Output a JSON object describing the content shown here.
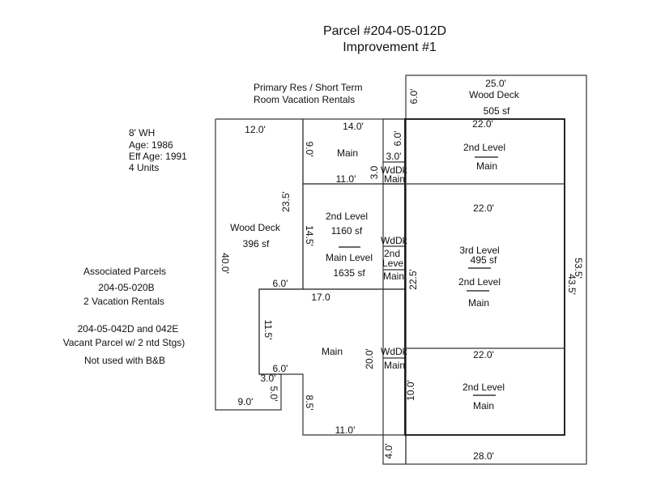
{
  "header": {
    "parcel_title": "Parcel #204-05-012D",
    "improvement_title": "Improvement #1"
  },
  "notes": {
    "use_line1": "Primary Res / Short Term",
    "use_line2": "Room Vacation Rentals",
    "info": [
      "8' WH",
      "Age: 1986",
      "Eff Age: 1991",
      "4 Units"
    ],
    "associated": {
      "heading": "Associated Parcels",
      "parcel1": "204-05-020B",
      "parcel1_desc": "2 Vacation Rentals",
      "parcel2": "204-05-042D and 042E",
      "parcel2_desc": "Vacant Parcel w/ 2 ntd Stgs)",
      "note": "Not used with B&B"
    }
  },
  "sketch": {
    "areas": {
      "wood_deck_top": {
        "label": "Wood Deck",
        "area": "505 sf"
      },
      "wood_deck_left": {
        "label": "Wood Deck",
        "area": "396 sf"
      },
      "main_upper_left": {
        "label": "Main"
      },
      "center_block": {
        "upper_label": "2nd Level",
        "upper_area": "1160 sf",
        "lower_label": "Main Level",
        "lower_area": "1635 sf"
      },
      "main_lower": {
        "label": "Main"
      },
      "right_top": {
        "upper": "2nd Level",
        "lower": "Main"
      },
      "right_middle": {
        "top": "3rd Level",
        "top_area": "495 sf",
        "mid": "2nd Level",
        "lower": "Main"
      },
      "right_bottom": {
        "upper": "2nd Level",
        "lower": "Main"
      },
      "wddk_top": {
        "label": "WdDk",
        "sub": "Main"
      },
      "wddk_mid": {
        "label": "WdDk",
        "sub1": "2nd",
        "sub2": "Leve",
        "sub3": "Main"
      },
      "wddk_low": {
        "label": "WdDk",
        "sub": "Main"
      }
    },
    "dimensions": {
      "deck_top_width": "25.0'",
      "deck_top_height": "6.0'",
      "right_top_width": "22.0'",
      "right_mid_width": "22.0'",
      "right_bottom_width": "22.0'",
      "deck_right_height": "53.5'",
      "right_height": "43.5'",
      "right_mid_height": "22.5'",
      "right_bottom_height": "10.0'",
      "deck_bottom_width": "28.0'",
      "deck_bottom_height": "4.0'",
      "left_deck_top": "12.0'",
      "left_deck_height": "40.0'",
      "left_deck_inner": "23.5'",
      "left_deck_step": "6.0'",
      "left_deck_bottom": "9.0'",
      "left_deck_notch_h": "5.0'",
      "left_deck_notch_w": "3.0'",
      "main_top_width": "14.0'",
      "main_top_height": "9.0'",
      "main_top_bottom": "11.0'",
      "wddk_top_width": "3.0'",
      "wddk_top_side": "6.0'",
      "wddk_top_height": "3.0",
      "center_height": "14.5'",
      "main_lower_top": "17.0",
      "main_lower_left": "11.5'",
      "main_lower_step": "6.0'",
      "main_lower_right": "20.0'",
      "main_lower_side": "8.5'",
      "main_lower_bottom": "11.0'"
    }
  }
}
